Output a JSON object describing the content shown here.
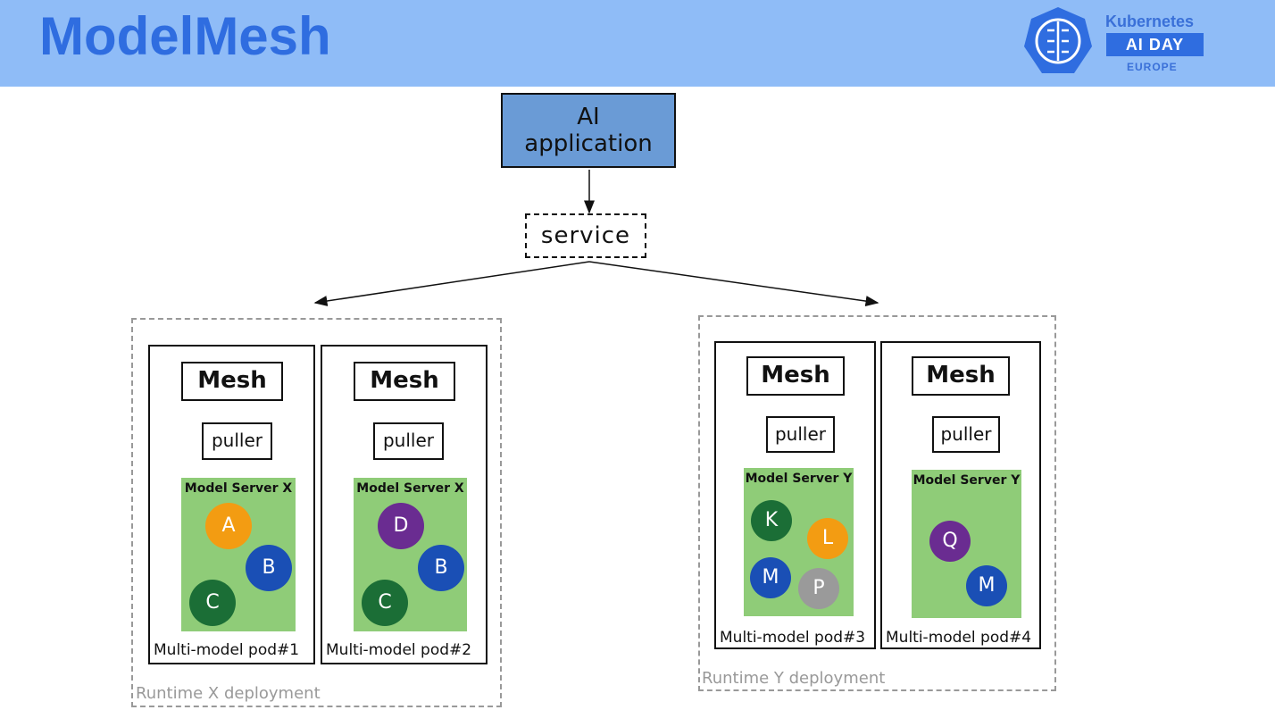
{
  "header": {
    "title": "ModelMesh",
    "logo": {
      "line1": "Kubernetes",
      "line2": "AI DAY",
      "line3": "EUROPE",
      "icon": "brain-circuit-heptagon-icon"
    }
  },
  "diagram": {
    "app_label_line1": "AI",
    "app_label_line2": "application",
    "service_label": "service",
    "deployments": [
      {
        "label": "Runtime X deployment",
        "pods": [
          {
            "mesh": "Mesh",
            "puller": "puller",
            "server": "Model Server X",
            "pod_label": "Multi-model pod#1",
            "models": [
              {
                "name": "A",
                "color": "#f39c12"
              },
              {
                "name": "B",
                "color": "#1a4fb5"
              },
              {
                "name": "C",
                "color": "#1b6e36"
              }
            ]
          },
          {
            "mesh": "Mesh",
            "puller": "puller",
            "server": "Model Server X",
            "pod_label": "Multi-model pod#2",
            "models": [
              {
                "name": "D",
                "color": "#6a2c91"
              },
              {
                "name": "B",
                "color": "#1a4fb5"
              },
              {
                "name": "C",
                "color": "#1b6e36"
              }
            ]
          }
        ]
      },
      {
        "label": "Runtime Y deployment",
        "pods": [
          {
            "mesh": "Mesh",
            "puller": "puller",
            "server": "Model Server Y",
            "pod_label": "Multi-model pod#3",
            "models": [
              {
                "name": "K",
                "color": "#1b6e36"
              },
              {
                "name": "L",
                "color": "#f39c12"
              },
              {
                "name": "M",
                "color": "#1a4fb5"
              },
              {
                "name": "P",
                "color": "#9a9a9a"
              }
            ]
          },
          {
            "mesh": "Mesh",
            "puller": "puller",
            "server": "Model Server Y",
            "pod_label": "Multi-model pod#4",
            "models": [
              {
                "name": "Q",
                "color": "#6a2c91"
              },
              {
                "name": "M",
                "color": "#1a4fb5"
              }
            ]
          }
        ]
      }
    ]
  }
}
